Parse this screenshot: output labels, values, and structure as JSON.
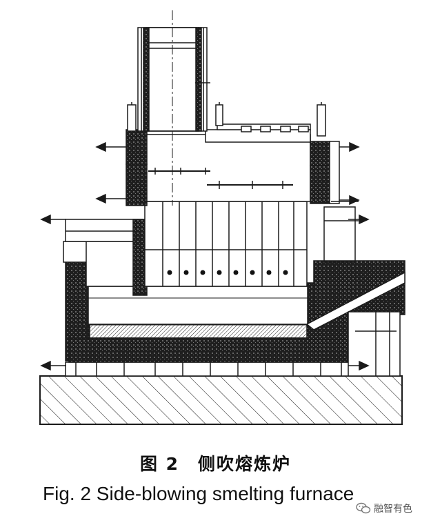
{
  "figure": {
    "caption_cn": "图 2　侧吹熔炼炉",
    "caption_en": "Fig. 2   Side-blowing smelting furnace"
  },
  "watermark": {
    "icon": "wechat-icon",
    "text": "融智有色"
  },
  "colors": {
    "line": "#1a1a1a",
    "dense_fill": "#2b2b2b",
    "background": "#ffffff"
  }
}
